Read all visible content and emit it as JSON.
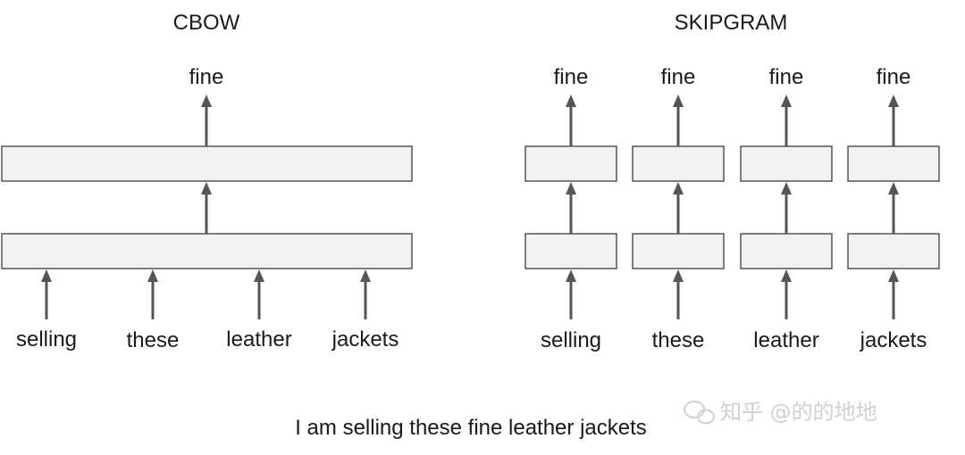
{
  "cbow": {
    "title": "CBOW",
    "output": "fine",
    "inputs": [
      "selling",
      "these",
      "leather",
      "jackets"
    ]
  },
  "skipgram": {
    "title": "SKIPGRAM",
    "inputs": [
      "selling",
      "these",
      "leather",
      "jackets"
    ],
    "outputs": [
      "fine",
      "fine",
      "fine",
      "fine"
    ]
  },
  "caption": "I am selling these fine leather jackets",
  "watermark": "知乎 @的的地地"
}
